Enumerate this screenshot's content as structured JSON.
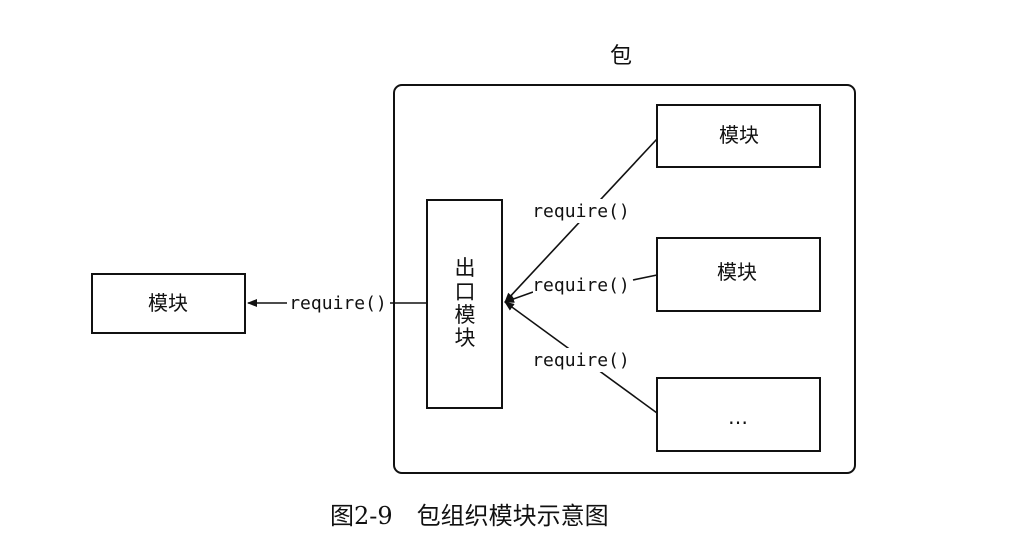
{
  "package": {
    "title": "包"
  },
  "external_module": {
    "label": "模块"
  },
  "entry_module": {
    "chars": [
      "出",
      "口",
      "模",
      "块"
    ]
  },
  "inner_modules": [
    {
      "label": "模块"
    },
    {
      "label": "模块"
    },
    {
      "label": "…"
    }
  ],
  "edges": {
    "outer_label": "require()",
    "inner_labels": [
      "require()",
      "require()",
      "require()"
    ]
  },
  "caption": "图2-9　包组织模块示意图"
}
